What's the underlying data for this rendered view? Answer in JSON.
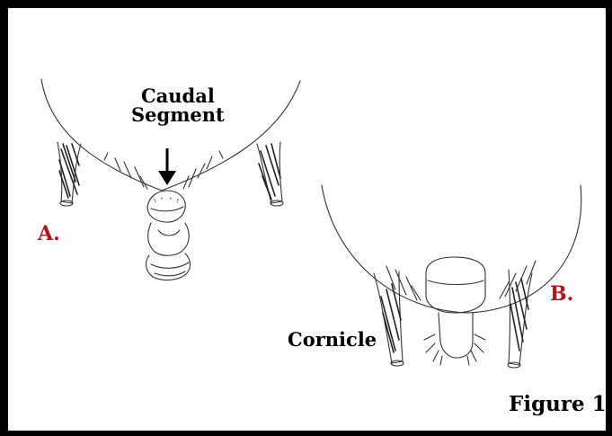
{
  "labels": {
    "caudal_line1": "Caudal",
    "caudal_line2": "Segment",
    "panel_a": "A.",
    "panel_b": "B.",
    "cornicle": "Cornicle",
    "figure": "Figure 1"
  },
  "colors": {
    "panel_label": "#b5121b",
    "line": "#333333",
    "border": "#000000"
  }
}
